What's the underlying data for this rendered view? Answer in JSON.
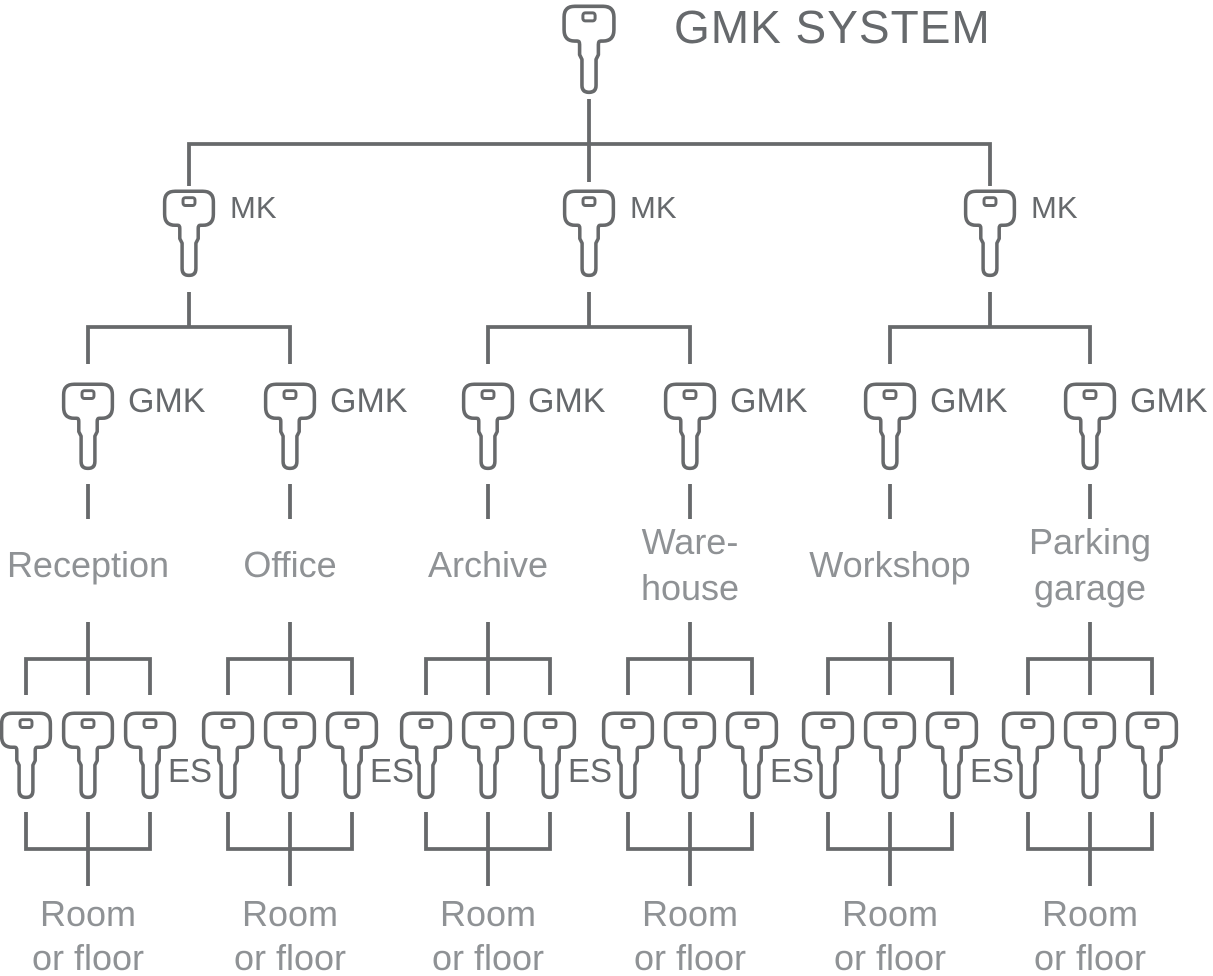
{
  "title": "GMK SYSTEM",
  "key_levels": {
    "master": "MK",
    "group_master": "GMK",
    "entrance_set": "ES"
  },
  "masters": [
    {
      "label": "MK"
    },
    {
      "label": "MK"
    },
    {
      "label": "MK"
    }
  ],
  "groups": [
    {
      "gmk_label": "GMK",
      "name_line1": "Reception",
      "name_line2": "",
      "es_label": "ES",
      "room_line1": "Room",
      "room_line2": "or floor"
    },
    {
      "gmk_label": "GMK",
      "name_line1": "Office",
      "name_line2": "",
      "es_label": "ES",
      "room_line1": "Room",
      "room_line2": "or floor"
    },
    {
      "gmk_label": "GMK",
      "name_line1": "Archive",
      "name_line2": "",
      "es_label": "ES",
      "room_line1": "Room",
      "room_line2": "or floor"
    },
    {
      "gmk_label": "GMK",
      "name_line1": "Ware-",
      "name_line2": "house",
      "es_label": "ES",
      "room_line1": "Room",
      "room_line2": "or floor"
    },
    {
      "gmk_label": "GMK",
      "name_line1": "Workshop",
      "name_line2": "",
      "es_label": "ES",
      "room_line1": "Room",
      "room_line2": "or floor"
    },
    {
      "gmk_label": "GMK",
      "name_line1": "Parking",
      "name_line2": "garage",
      "es_label": "",
      "room_line1": "Room",
      "room_line2": "or floor"
    }
  ],
  "colors": {
    "line": "#67696b",
    "key_label_text": "#66696c",
    "zone_label_text": "#8f9295",
    "background": "#ffffff"
  }
}
